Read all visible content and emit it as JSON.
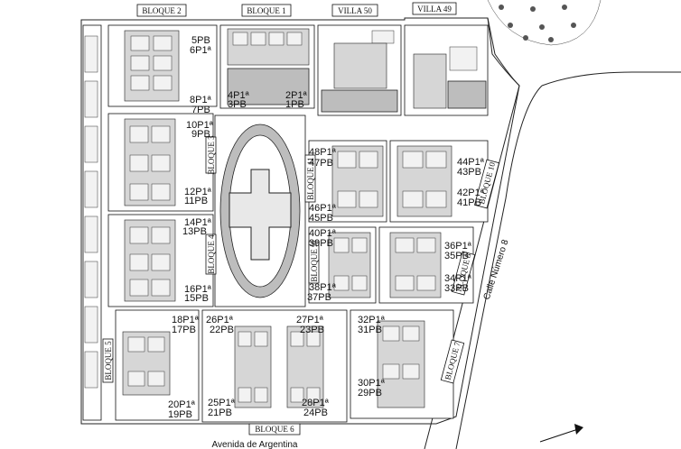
{
  "block_labels": {
    "b1": "BLOQUE 1",
    "b2": "BLOQUE 2",
    "b3": "BLOQUE 3",
    "b4": "BLOQUE 4",
    "b5": "BLOQUE 5",
    "b6": "BLOQUE 6",
    "b7": "BLOQUE 7",
    "b8": "BLOQUE 8",
    "b9": "BLOQUE 9",
    "b10": "BLOQUE 10",
    "b11": "BLOQUE 11",
    "v49": "VILLA 49",
    "v50": "VILLA 50"
  },
  "streets": {
    "calle": "Calle Número 8",
    "avenida": "Avenida de Argentina"
  },
  "units": {
    "u5PB": "5PB",
    "u6P1": "6P1ª",
    "u8P1": "8P1ª",
    "u7PB": "7PB",
    "u4P1": "4P1ª",
    "u3PB": "3PB",
    "u2P1": "2P1ª",
    "u1PB": "1PB",
    "u10P1": "10P1ª",
    "u9PB": "9PB",
    "u12P1": "12P1ª",
    "u11PB": "11PB",
    "u14P1": "14P1ª",
    "u13PB": "13PB",
    "u16P1": "16P1ª",
    "u15PB": "15PB",
    "u48P1": "48P1ª",
    "u47PB": "47PB",
    "u46P1": "46P1ª",
    "u45PB": "45PB",
    "u44P1": "44P1ª",
    "u43PB": "43PB",
    "u42P1": "42P1ª",
    "u41PB": "41PB",
    "u40P1": "40P1ª",
    "u39PB": "39PB",
    "u38P1": "38P1ª",
    "u37PB": "37PB",
    "u36P1": "36P1ª",
    "u35PB": "35PB",
    "u34P1": "34P1ª",
    "u33PB": "33PB",
    "u18P1": "18P1ª",
    "u17PB": "17PB",
    "u20P1": "20P1ª",
    "u19PB": "19PB",
    "u26P1": "26P1ª",
    "u22PB": "22PB",
    "u27P1": "27P1ª",
    "u23PB": "23PB",
    "u25P1": "25P1ª",
    "u21PB": "21PB",
    "u28P1": "28P1ª",
    "u24PB": "24PB",
    "u32P1": "32P1ª",
    "u31PB": "31PB",
    "u30P1": "30P1ª",
    "u29PB": "29PB"
  },
  "colors": {
    "ink": "#111111",
    "building": "#d6d6d6",
    "court": "#bdbdbd"
  },
  "icons": {
    "trees": "palm-tree-icon",
    "north": "north-arrow-icon"
  }
}
